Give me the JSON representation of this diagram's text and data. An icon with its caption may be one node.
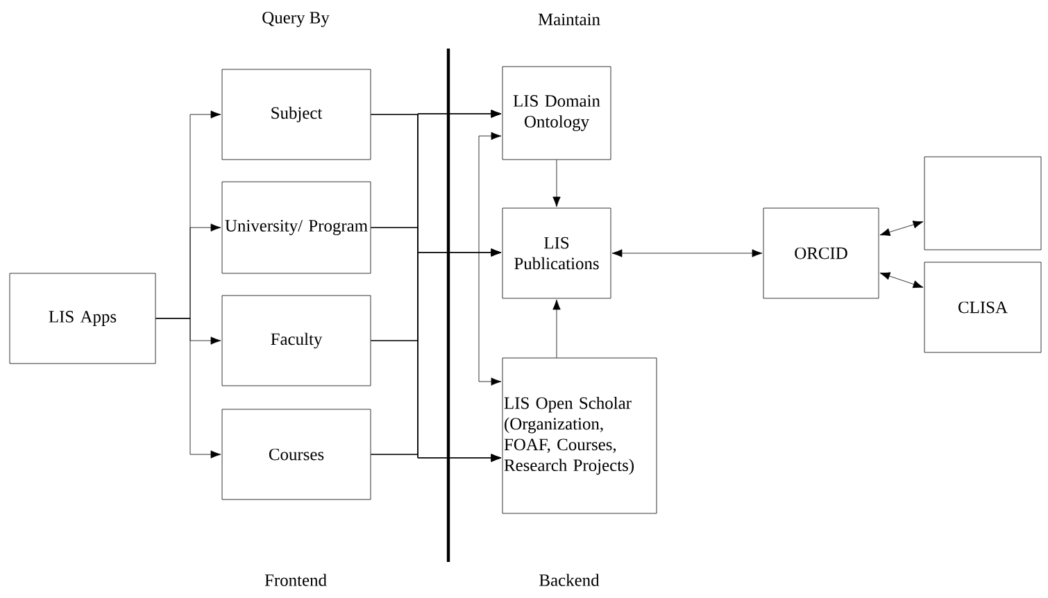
{
  "diagram": {
    "nodes": [
      {
        "text": [
          "LIS Apps"
        ]
      },
      {
        "text": [
          "Subject"
        ]
      },
      {
        "text": [
          "University/ Program"
        ]
      },
      {
        "text": [
          "Faculty"
        ]
      },
      {
        "text": [
          "Courses"
        ]
      },
      {
        "text": [
          "LIS Domain Ontology"
        ]
      },
      {
        "text": [
          "LIS Publications"
        ]
      },
      {
        "text": [
          "LIS Open Scholar (Organization, FOAF, Courses, Research Projects)"
        ]
      },
      {
        "text": [
          "ORCID"
        ]
      },
      {
        "text": [],
        "shape": "box"
      },
      {
        "text": [
          "CLISA"
        ]
      }
    ],
    "edges": [
      {
        "from": 0,
        "to": 1,
        "arrow": "to"
      },
      {
        "from": 0,
        "to": 2,
        "arrow": "to"
      },
      {
        "from": 0,
        "to": 3,
        "arrow": "to"
      },
      {
        "from": 0,
        "to": 4,
        "arrow": "to"
      },
      {
        "from": 1,
        "to": 5,
        "arrow": "to"
      },
      {
        "from": 1,
        "to": 6,
        "arrow": "to"
      },
      {
        "from": 1,
        "to": 7,
        "arrow": "to"
      },
      {
        "from": 2,
        "to": 5,
        "arrow": "to"
      },
      {
        "from": 2,
        "to": 6,
        "arrow": "to"
      },
      {
        "from": 2,
        "to": 7,
        "arrow": "to"
      },
      {
        "from": 3,
        "to": 5,
        "arrow": "to"
      },
      {
        "from": 3,
        "to": 6,
        "arrow": "to"
      },
      {
        "from": 3,
        "to": 7,
        "arrow": "to"
      },
      {
        "from": 4,
        "to": 5,
        "arrow": "to"
      },
      {
        "from": 4,
        "to": 6,
        "arrow": "to"
      },
      {
        "from": 4,
        "to": 7,
        "arrow": "to"
      },
      {
        "from": 5,
        "to": 7,
        "arrow": "both"
      },
      {
        "from": 5,
        "to": 6,
        "arrow": "to"
      },
      {
        "from": 7,
        "to": 6,
        "arrow": "to"
      },
      {
        "from": 6,
        "to": 8,
        "arrow": "both"
      },
      {
        "from": 8,
        "to": 9,
        "arrow": "both"
      },
      {
        "from": 8,
        "to": 10,
        "arrow": "both"
      }
    ],
    "labels": [
      "Query By",
      "Maintain",
      "Frontend",
      "Backend"
    ]
  }
}
